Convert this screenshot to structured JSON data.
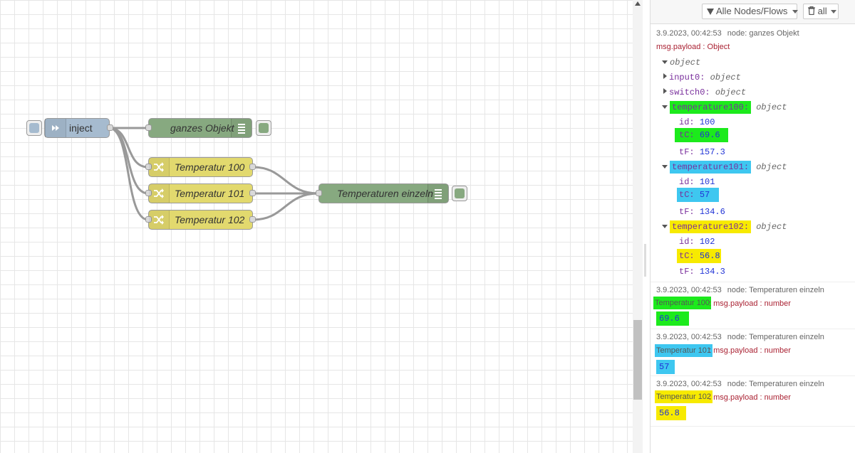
{
  "flow": {
    "inject": {
      "label": "inject"
    },
    "debug1": {
      "label": "ganzes Objekt"
    },
    "change100": {
      "label": "Temperatur 100"
    },
    "change101": {
      "label": "Temperatur 101"
    },
    "change102": {
      "label": "Temperatur 102"
    },
    "debug2": {
      "label": "Temperaturen einzeln"
    }
  },
  "sidebar": {
    "filter_label": "Alle Nodes/Flows",
    "clear_label": "all"
  },
  "messages": [
    {
      "timestamp": "3.9.2023, 00:42:53",
      "node": "node: ganzes Objekt",
      "path": "msg.payload : Object",
      "tree": {
        "root": "object",
        "input0_key": "input0:",
        "input0_type": "object",
        "switch0_key": "switch0:",
        "switch0_type": "object",
        "t100_key": "temperature100:",
        "t100_type": "object",
        "t100_id_key": "id:",
        "t100_id": "100",
        "t100_tc_key": "tC:",
        "t100_tc": "69.6",
        "t100_tf_key": "tF:",
        "t100_tf": "157.3",
        "t101_key": "temperature101:",
        "t101_type": "object",
        "t101_id_key": "id:",
        "t101_id": "101",
        "t101_tc_key": "tC:",
        "t101_tc": "57",
        "t101_tf_key": "tF:",
        "t101_tf": "134.6",
        "t102_key": "temperature102:",
        "t102_type": "object",
        "t102_id_key": "id:",
        "t102_id": "102",
        "t102_tc_key": "tC:",
        "t102_tc": "56.8",
        "t102_tf_key": "tF:",
        "t102_tf": "134.3"
      }
    },
    {
      "timestamp": "3.9.2023, 00:42:53",
      "node": "node: Temperaturen einzeln",
      "topic": "Temperatur 100",
      "path": ": msg.payload : number",
      "value": "69.6"
    },
    {
      "timestamp": "3.9.2023, 00:42:53",
      "node": "node: Temperaturen einzeln",
      "topic": "Temperatur 101",
      "path": ": msg.payload : number",
      "value": "57"
    },
    {
      "timestamp": "3.9.2023, 00:42:53",
      "node": "node: Temperaturen einzeln",
      "topic": "Temperatur 102",
      "path": ": msg.payload : number",
      "value": "56.8"
    }
  ],
  "colors": {
    "inject": "#a6bbcf",
    "debug": "#87a980",
    "change": "#e2d96e",
    "highlight_100": "#1cea1c",
    "highlight_101": "#3ec7f0",
    "highlight_102": "#f7ea00"
  }
}
